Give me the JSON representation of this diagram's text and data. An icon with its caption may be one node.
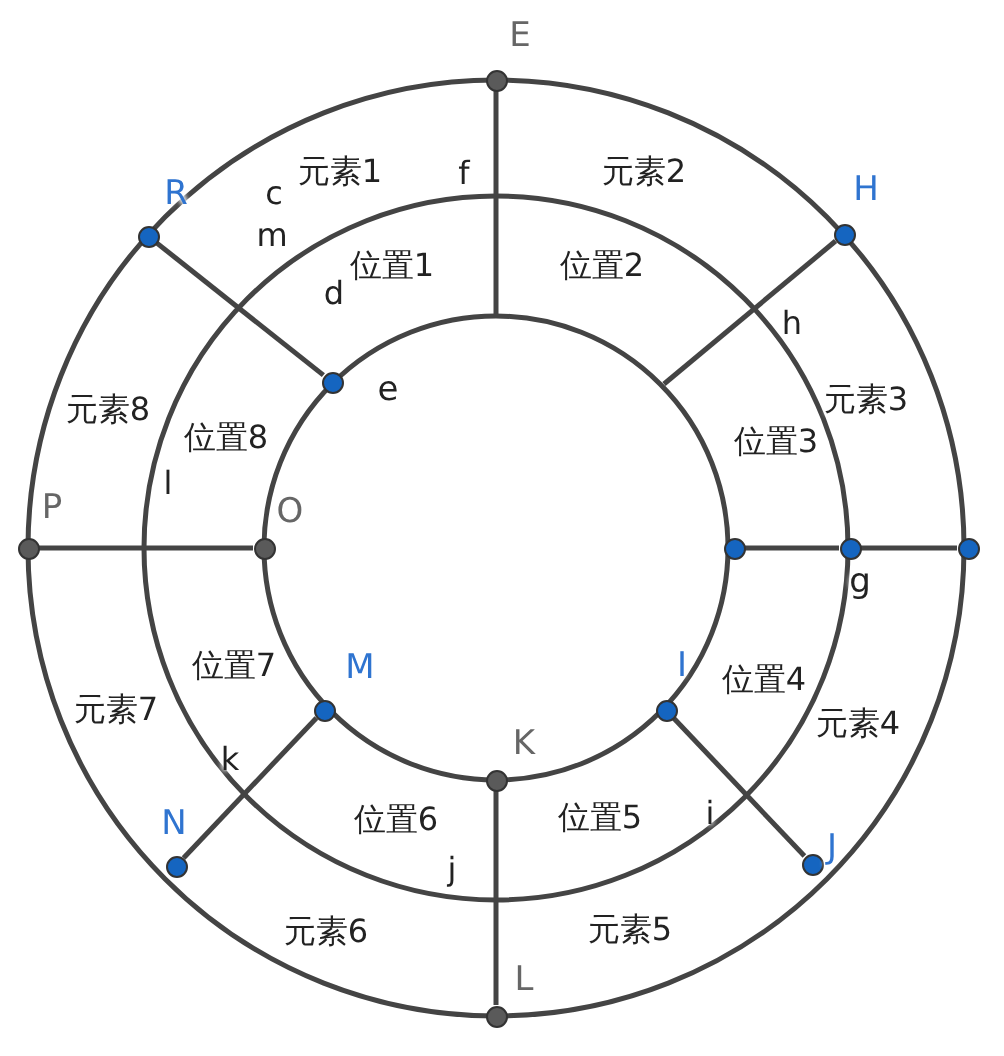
{
  "diagram": {
    "nodes": [
      {
        "text": [
          "E"
        ]
      },
      {
        "text": [
          "R"
        ]
      },
      {
        "text": [
          "e"
        ]
      },
      {
        "text": [
          "H"
        ]
      },
      {
        "text": [
          "P"
        ]
      },
      {
        "text": [
          "O"
        ]
      },
      {
        "text": [],
        "shape": "circle"
      },
      {
        "text": [
          "g"
        ]
      },
      {
        "text": [],
        "shape": "circle"
      },
      {
        "text": [
          "M"
        ]
      },
      {
        "text": [
          "N"
        ]
      },
      {
        "text": [
          "I"
        ]
      },
      {
        "text": [
          "J"
        ]
      },
      {
        "text": [
          "K"
        ]
      },
      {
        "text": [
          "L"
        ]
      }
    ],
    "edges": [
      {
        "from": 0,
        "to": null,
        "arrow": "none"
      },
      {
        "from": 1,
        "to": 2,
        "arrow": "none"
      },
      {
        "from": 3,
        "to": null,
        "arrow": "none"
      },
      {
        "from": 4,
        "to": 5,
        "arrow": "none"
      },
      {
        "from": 6,
        "to": 7,
        "arrow": "none"
      },
      {
        "from": 7,
        "to": 8,
        "arrow": "none"
      },
      {
        "from": 10,
        "to": 9,
        "arrow": "none"
      },
      {
        "from": 12,
        "to": 11,
        "arrow": "none"
      },
      {
        "from": 14,
        "to": 13,
        "arrow": "none"
      }
    ],
    "labels": [
      "c",
      "元素1",
      "f",
      "元素2",
      "m",
      "位置1",
      "位置2",
      "d",
      "h",
      "元素8",
      "位置8",
      "元素3",
      "位置3",
      "l",
      "位置7",
      "位置4",
      "元素7",
      "元素4",
      "k",
      "位置6",
      "位置5",
      "i",
      "j",
      "元素6",
      "元素5"
    ]
  }
}
